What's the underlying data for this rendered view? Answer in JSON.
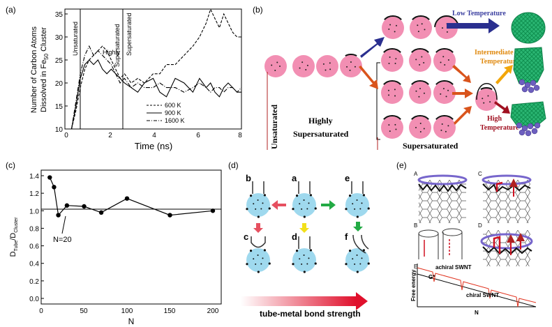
{
  "colors": {
    "cluster_pink": "#f28fb3",
    "cluster_blue": "#9fd9ee",
    "tube_blue": "#7766cc",
    "arrow_red": "#e65060",
    "arrow_yellow": "#f2e01a",
    "arrow_green": "#22aa44",
    "achiral_red": "#e0301c",
    "arrow_orange": "#d9541c",
    "arrow_navy": "#2a2f8f",
    "label_blue": "#3b3fa0",
    "label_orange": "#e08a10",
    "label_darkred": "#a01020"
  },
  "panel_a": {
    "label": "(a)",
    "ylabel_line1": "Number of Carbon Atoms",
    "ylabel_line2": "Dissolved in Fe",
    "ylabel_sub": "50",
    "ylabel_tail": " Cluster",
    "xlabel": "Time (ns)",
    "region_unsaturated": "Unsaturated",
    "region_highly": "Highly",
    "region_highly2": "Supersaturated",
    "region_super": "Supersaturated",
    "legend": [
      "600 K",
      "900 K",
      "1600 K"
    ],
    "xticks": [
      "0",
      "2",
      "4",
      "6",
      "8"
    ],
    "yticks": [
      "10",
      "15",
      "20",
      "25",
      "30",
      "35"
    ]
  },
  "chart_data": [
    {
      "type": "line",
      "xlabel": "Time (ns)",
      "ylabel": "Number of Carbon Atoms Dissolved in Fe50 Cluster",
      "xlim": [
        0,
        8
      ],
      "ylim": [
        9,
        35
      ],
      "series": [
        {
          "name": "600 K",
          "style": "dashed",
          "x": [
            0.3,
            0.5,
            0.7,
            0.9,
            1.1,
            1.3,
            1.5,
            1.7,
            1.9,
            2.1,
            2.3,
            2.5,
            2.7,
            3.0,
            3.3,
            3.6,
            4.0,
            4.3,
            4.6,
            5.0,
            5.4,
            5.8,
            6.1,
            6.4,
            6.6,
            6.8,
            7.0,
            7.2,
            7.4,
            7.6,
            7.8,
            8.0
          ],
          "y": [
            10,
            14,
            19,
            23,
            25,
            26,
            27,
            28,
            27,
            25,
            23,
            21,
            22,
            20,
            21,
            20,
            22,
            22,
            24,
            24,
            26,
            28,
            30,
            33,
            36,
            34,
            32,
            35,
            33,
            31,
            30,
            30
          ]
        },
        {
          "name": "900 K",
          "style": "solid",
          "x": [
            0.3,
            0.5,
            0.7,
            0.9,
            1.1,
            1.3,
            1.5,
            1.7,
            1.9,
            2.1,
            2.3,
            2.5,
            2.7,
            3.0,
            3.3,
            3.6,
            4.0,
            4.3,
            4.6,
            5.0,
            5.4,
            5.8,
            6.1,
            6.4,
            6.6,
            6.8,
            7.0,
            7.2,
            7.4,
            7.6,
            7.8,
            8.0
          ],
          "y": [
            10,
            15,
            21,
            24,
            25,
            24,
            25,
            23,
            22,
            23,
            22,
            21,
            20,
            19,
            18,
            20,
            21,
            18,
            17,
            21,
            20,
            18,
            21,
            19,
            20,
            18,
            17,
            19,
            20,
            19,
            18,
            18
          ]
        },
        {
          "name": "1600 K",
          "style": "dashdot",
          "x": [
            0.3,
            0.5,
            0.7,
            0.9,
            1.1,
            1.3,
            1.5,
            1.7,
            1.9,
            2.1,
            2.3,
            2.5,
            2.7,
            3.0,
            3.3,
            3.6,
            4.0,
            4.3,
            4.6,
            5.0,
            5.4,
            5.8,
            6.1,
            6.4,
            6.6,
            6.8,
            7.0,
            7.2,
            7.4,
            7.6,
            7.8,
            8.0
          ],
          "y": [
            10,
            16,
            22,
            26,
            28,
            26,
            27,
            26,
            25,
            24,
            22,
            20,
            21,
            19,
            20,
            19,
            19,
            20,
            19,
            19,
            18,
            19,
            20,
            19,
            18,
            19,
            19,
            18,
            19,
            19,
            18,
            19
          ]
        }
      ]
    },
    {
      "type": "line",
      "xlabel": "N",
      "ylim": [
        0,
        1.4
      ],
      "xlim": [
        0,
        210
      ],
      "x": [
        10,
        15,
        20,
        30,
        50,
        70,
        100,
        150,
        200
      ],
      "y": [
        1.38,
        1.27,
        0.95,
        1.06,
        1.05,
        0.98,
        1.14,
        0.95,
        1.0
      ]
    }
  ],
  "panel_b": {
    "label": "(b)",
    "low_temp": "Low Temperature",
    "mid_temp1": "Intermediate",
    "mid_temp2": "Temperature",
    "high_temp1": "High",
    "high_temp2": "Temperature",
    "unsat": "Unsaturated",
    "highly1": "Highly",
    "highly2": "Supersaturated",
    "super": "Supersaturated"
  },
  "panel_c": {
    "label": "(c)",
    "ylabel_main": "D",
    "ylabel_sub1": "Tube",
    "ylabel_mid": "/D",
    "ylabel_sub2": "Cluster",
    "xlabel": "N",
    "annotation": "N=20",
    "xticks": [
      "0",
      "50",
      "100",
      "150",
      "200"
    ],
    "yticks": [
      "0.0",
      "0.2",
      "0.4",
      "0.6",
      "0.8",
      "1.0",
      "1.2",
      "1.4"
    ]
  },
  "panel_d": {
    "label": "(d)",
    "letters": [
      "b",
      "a",
      "e",
      "c",
      "d",
      "f"
    ],
    "bond_caption": "tube-metal bond strength"
  },
  "panel_e": {
    "label": "(e)",
    "sub": [
      "A",
      "C",
      "B",
      "D",
      "E"
    ],
    "achiral": "achiral SWNT",
    "chiral": "chiral SWNT",
    "gstar": "G*",
    "yaxis": "Free energy",
    "xaxis": "N"
  }
}
